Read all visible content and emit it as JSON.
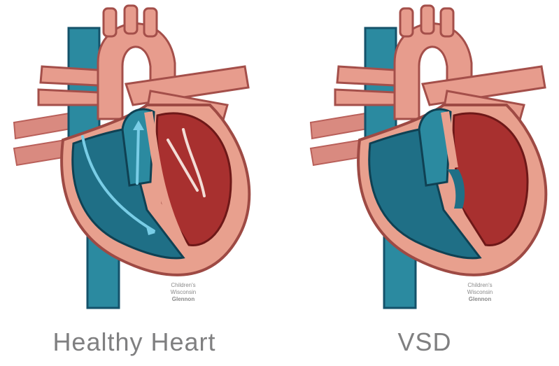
{
  "panels": [
    {
      "caption": "Healthy Heart",
      "watermark": [
        "Children's",
        "Wisconsin",
        "Glennon"
      ]
    },
    {
      "caption": "VSD",
      "watermark": [
        "Children's",
        "Wisconsin",
        "Glennon"
      ]
    }
  ],
  "colors": {
    "deoxygenated_blue": "#1f6f86",
    "oxygenated_red": "#a8302f",
    "heart_wall_pink": "#e8a08e",
    "flow_arrow": "#79cde6",
    "caption_gray": "#7f7f80"
  }
}
